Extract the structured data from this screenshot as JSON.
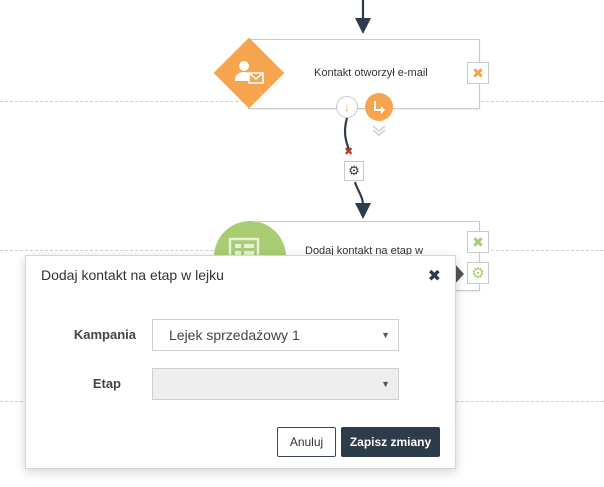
{
  "flow": {
    "node1": {
      "label": "Kontakt otworzył e-mail",
      "icon": "person-email-icon"
    },
    "node2": {
      "label": "Dodaj kontakt na etap w"
    }
  },
  "modal": {
    "title": "Dodaj kontakt na etap w lejku",
    "close": "✖",
    "fields": {
      "campaign": {
        "label": "Kampania",
        "value": "Lejek sprzedażowy 1"
      },
      "stage": {
        "label": "Etap",
        "value": ""
      }
    },
    "buttons": {
      "cancel": "Anuluj",
      "save": "Zapisz zmiany"
    }
  },
  "colors": {
    "orange": "#f6a54e",
    "green": "#a9cd72",
    "dark": "#2e3b4a",
    "red": "#c0392b"
  }
}
